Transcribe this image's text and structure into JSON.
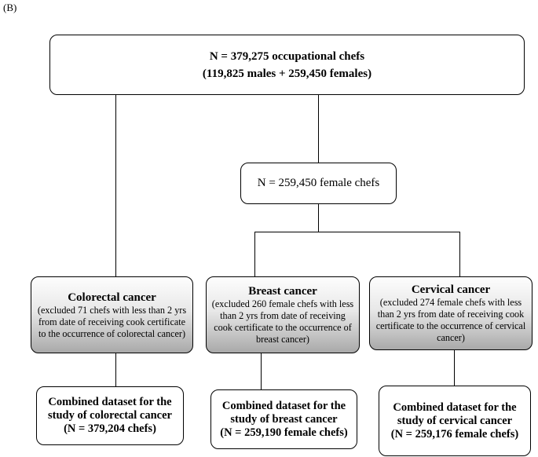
{
  "panel_label": "(B)",
  "top": {
    "line1": "N = 379,275 occupational chefs",
    "line2": "(119,825 males + 259,450 females)"
  },
  "middle": {
    "label": "N = 259,450 female chefs"
  },
  "categories": [
    {
      "title": "Colorectal cancer",
      "note": "(excluded 71 chefs with less than 2 yrs from date of receiving cook certificate to the occurrence of colorectal cancer)",
      "result_lines": [
        "Combined dataset for the",
        "study of colorectal cancer",
        "(N = 379,204 chefs)"
      ]
    },
    {
      "title": "Breast cancer",
      "note": "(excluded 260 female chefs with less than 2 yrs from date of receiving cook certificate to the occurrence of breast cancer)",
      "result_lines": [
        "Combined dataset for the",
        "study of breast cancer",
        "(N = 259,190 female chefs)"
      ]
    },
    {
      "title": "Cervical cancer",
      "note": "(excluded 274 female chefs with less than 2 yrs from date of receiving cook certificate to the occurrence of cervical cancer)",
      "result_lines": [
        "Combined dataset for the",
        "study of cervical cancer",
        "(N = 259,176 female chefs)"
      ]
    }
  ]
}
